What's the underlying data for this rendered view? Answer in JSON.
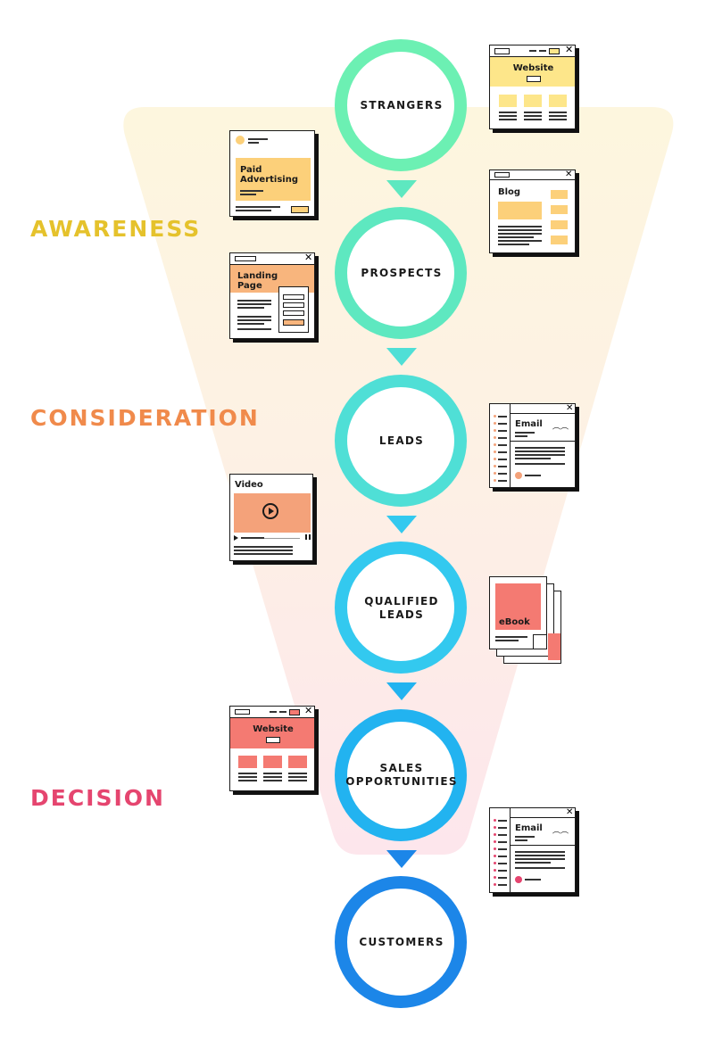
{
  "stages": [
    {
      "label": "AWARENESS",
      "color": "#e5c22c"
    },
    {
      "label": "CONSIDERATION",
      "color": "#f08a4b"
    },
    {
      "label": "DECISION",
      "color": "#e5456f"
    }
  ],
  "circles": [
    {
      "label": "STRANGERS",
      "color": "#6cf0b3"
    },
    {
      "label": "PROSPECTS",
      "color": "#5ee8c0"
    },
    {
      "label": "LEADS",
      "color": "#4fdfd6"
    },
    {
      "label": "QUALIFIED LEADS",
      "color": "#33c9ef"
    },
    {
      "label": "SALES OPPORTUNITIES",
      "color": "#22b3f0"
    },
    {
      "label": "CUSTOMERS",
      "color": "#1c86e8"
    }
  ],
  "cards": {
    "website_top": {
      "title": "Website",
      "color": "#fde68a"
    },
    "paid_advertising": {
      "title": "Paid Advertising",
      "color": "#fcd07a"
    },
    "blog": {
      "title": "Blog",
      "color": "#fcd07a"
    },
    "landing_page": {
      "title": "Landing Page",
      "color": "#f8b57d"
    },
    "email_mid": {
      "title": "Email",
      "color": "#f4a27a"
    },
    "video": {
      "title": "Video",
      "color": "#f4a27a"
    },
    "ebook": {
      "title": "eBook",
      "color": "#f47a72"
    },
    "website_bottom": {
      "title": "Website",
      "color": "#f47a72"
    },
    "email_bottom": {
      "title": "Email",
      "color": "#e5456f"
    }
  }
}
